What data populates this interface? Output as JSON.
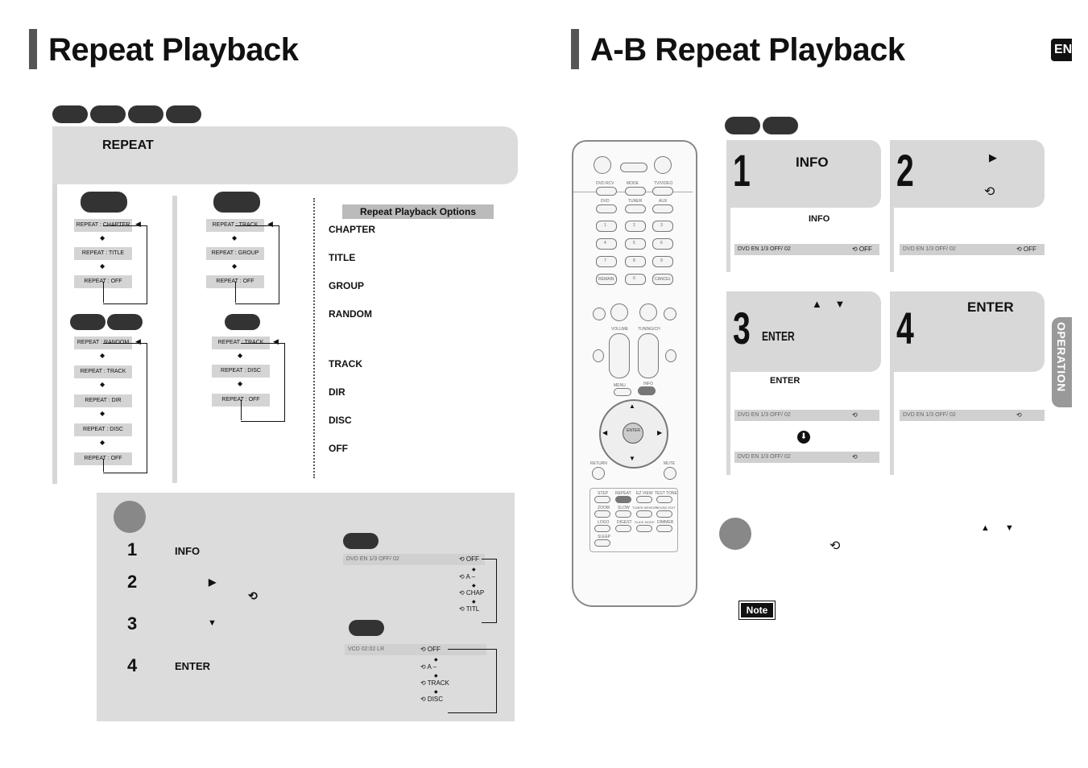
{
  "left": {
    "title": "Repeat Playback",
    "panel_label": "REPEAT",
    "dvd_chain": [
      "REPEAT : CHAPTER",
      "REPEAT : TITLE",
      "REPEAT : OFF"
    ],
    "mp3_chain": [
      "REPEAT : RANDOM",
      "REPEAT : TRACK",
      "REPEAT : DIR",
      "REPEAT : DISC",
      "REPEAT : OFF"
    ],
    "wma_chain": [
      "REPEAT : TRACK",
      "REPEAT : GROUP",
      "REPEAT : OFF"
    ],
    "cd_chain": [
      "REPEAT : TRACK",
      "REPEAT : DISC",
      "REPEAT : OFF"
    ],
    "options_header": "Repeat Playback Options",
    "options": [
      "CHAPTER",
      "TITLE",
      "GROUP",
      "RANDOM",
      "TRACK",
      "DIR",
      "DISC",
      "OFF"
    ],
    "steps": [
      {
        "num": "1",
        "label": "INFO"
      },
      {
        "num": "2",
        "label": "▶"
      },
      {
        "num": "3",
        "label": "▼"
      },
      {
        "num": "4",
        "label": "ENTER"
      }
    ],
    "step2_icon": "⟲",
    "osd_dvd": "DVD  EN 1/3  OFF/ 02",
    "osd_dvd_repeat": [
      "⟲ OFF",
      "⟲ A –",
      "⟲ CHAP",
      "⟲ TITL"
    ],
    "osd_vcd": "VCD  02:02  LR",
    "osd_vcd_repeat": [
      "⟲ OFF",
      "⟲ A –",
      "⟲ TRACK",
      "⟲ DISC"
    ]
  },
  "right": {
    "title": "A-B Repeat Playback",
    "lang_tab": "ENG",
    "side_tab": "OPERATION",
    "card1": {
      "num": "1",
      "head": "INFO",
      "sub": "INFO"
    },
    "card2": {
      "num": "2",
      "head": "▶",
      "icon": "⟲"
    },
    "card3": {
      "num": "3",
      "head": "▲ ▼",
      "head2": "ENTER",
      "sub": "ENTER"
    },
    "card4": {
      "num": "4",
      "head": "ENTER"
    },
    "osd_off": "⟲ OFF",
    "osd_text": "DVD  EN 1/3  OFF/ 02",
    "note_arrows": "▲ ▼",
    "note_icon": "⟲",
    "note_label": "Note",
    "remote": {
      "top": [
        "DVD RCV",
        "MODE",
        "TV/VIDEO"
      ],
      "sources": [
        "DVD",
        "TUNER",
        "AUX"
      ],
      "digits": [
        "1",
        "2",
        "3",
        "4",
        "5",
        "6",
        "7",
        "8",
        "9",
        "REMAIN",
        "0",
        "CANCEL"
      ],
      "labels": [
        "VOLUME",
        "TUNING/CH",
        "MENU",
        "INFO",
        "RETURN",
        "MUTE",
        "ENTER"
      ],
      "bottom": [
        "STEP",
        "REPEAT",
        "EZ VIEW",
        "TEST TONE",
        "ZOOM",
        "SLOW",
        "TUNER MEMORY",
        "SOUND EDIT",
        "LOGO",
        "DIGEST",
        "SLIDE MODE",
        "DIMMER",
        "SLEEP"
      ]
    }
  }
}
